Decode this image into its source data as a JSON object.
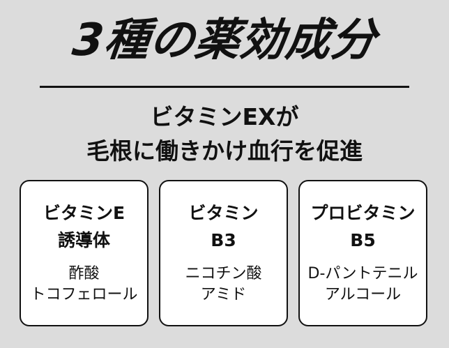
{
  "title": "3種の薬効成分",
  "subtitle": {
    "line1": "ビタミンEXが",
    "line2": "毛根に働きかけ血行を促進"
  },
  "cards": [
    {
      "title_lines": [
        "ビタミンE",
        "誘導体"
      ],
      "sub_lines": [
        "酢酸",
        "トコフェロール"
      ]
    },
    {
      "title_lines": [
        "ビタミン",
        "B3"
      ],
      "sub_lines": [
        "ニコチン酸",
        "アミド"
      ]
    },
    {
      "title_lines": [
        "プロビタミン",
        "B5"
      ],
      "sub_lines": [
        "D-パントテニル",
        "アルコール"
      ]
    }
  ]
}
